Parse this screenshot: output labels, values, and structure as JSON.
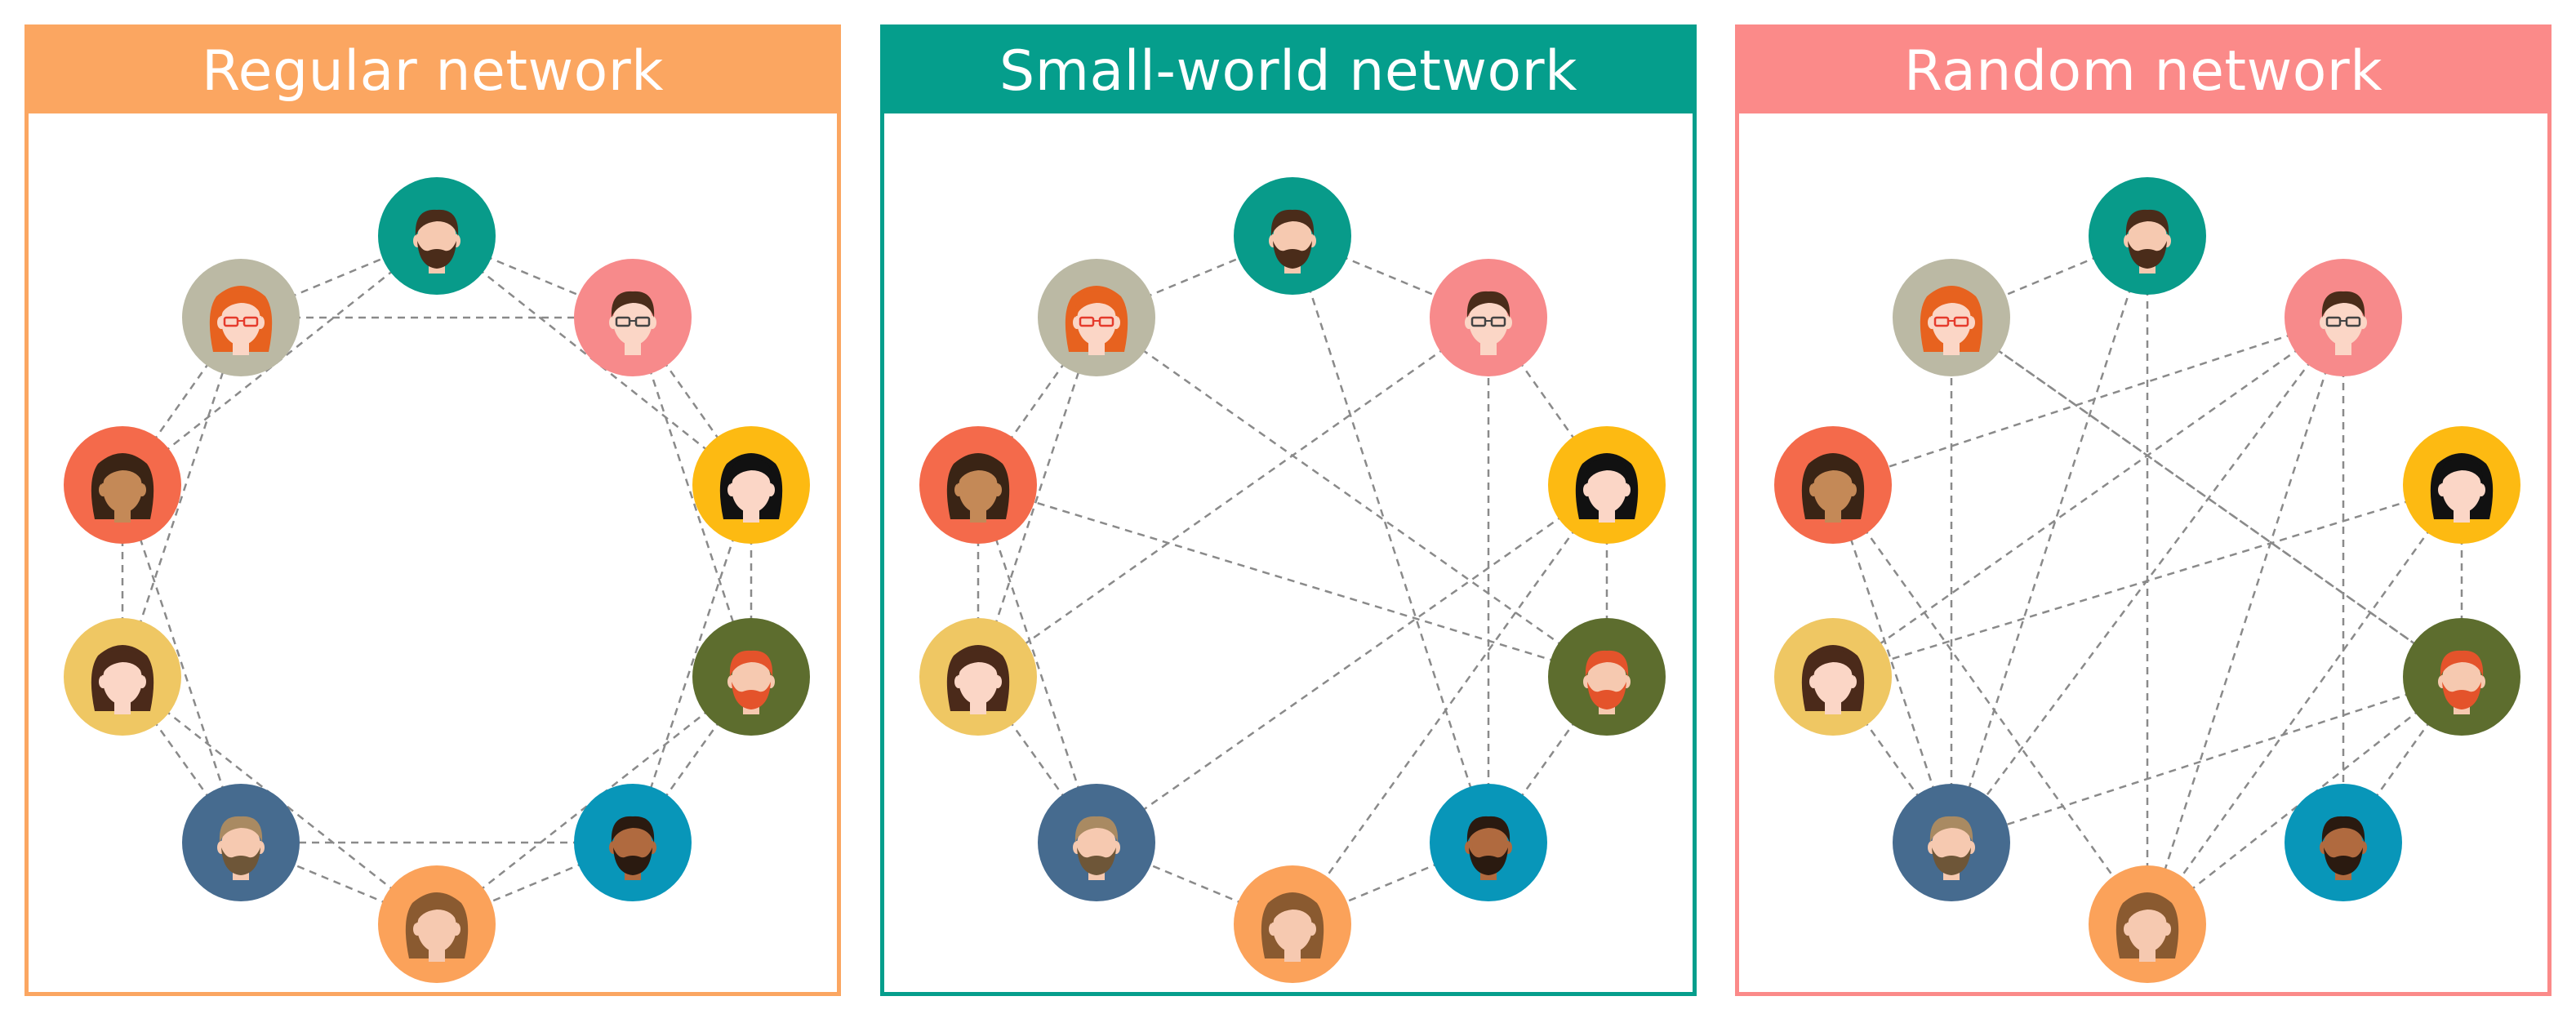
{
  "colors": {
    "regular": "#FBA661",
    "small_world": "#059E8C",
    "random": "#FB8A89"
  },
  "panels": [
    {
      "key": "regular",
      "title": "Regular network",
      "color": "#FBA661"
    },
    {
      "key": "small_world",
      "title": "Small-world network",
      "color": "#059E8C"
    },
    {
      "key": "random",
      "title": "Random network",
      "color": "#FB8A89"
    }
  ],
  "nodes": [
    {
      "id": "bearded-man-top",
      "icon": "bearded-man-avatar-icon",
      "bg": "#089B8A",
      "hair": "#4a2c1a",
      "skin": "#f6c9b0",
      "beard": true,
      "glasses": false,
      "long": false
    },
    {
      "id": "man-glasses",
      "icon": "man-with-glasses-avatar-icon",
      "bg": "#F78A8B",
      "hair": "#4a2c1a",
      "skin": "#fbd6c6",
      "beard": false,
      "glasses": true,
      "long": false
    },
    {
      "id": "woman-black-hair",
      "icon": "woman-black-hair-avatar-icon",
      "bg": "#FDBA12",
      "hair": "#111111",
      "skin": "#fbd6c6",
      "beard": false,
      "glasses": false,
      "long": true
    },
    {
      "id": "redhead-beard",
      "icon": "redhead-bearded-man-avatar-icon",
      "bg": "#5D6D2E",
      "hair": "#e4532b",
      "skin": "#f6c9b0",
      "beard": true,
      "beardColor": "#e4532b",
      "glasses": false,
      "long": false
    },
    {
      "id": "dark-skin-beard",
      "icon": "dark-skinned-man-avatar-icon",
      "bg": "#0896B9",
      "hair": "#2a1a10",
      "skin": "#b06a3f",
      "beard": true,
      "glasses": false,
      "long": false
    },
    {
      "id": "woman-bob",
      "icon": "woman-bob-hair-avatar-icon",
      "bg": "#FBA25A",
      "hair": "#8a5a30",
      "skin": "#f6c9b0",
      "beard": false,
      "glasses": false,
      "long": true
    },
    {
      "id": "blond-beard",
      "icon": "blond-bearded-man-avatar-icon",
      "bg": "#466B8F",
      "hair": "#a98a62",
      "skin": "#f6c9b0",
      "beard": true,
      "beardColor": "#6e5638",
      "glasses": false,
      "long": false
    },
    {
      "id": "woman-brown-hair",
      "icon": "woman-brown-hair-avatar-icon",
      "bg": "#EFC763",
      "hair": "#4b2a1a",
      "skin": "#fbd6c6",
      "beard": false,
      "glasses": false,
      "long": true
    },
    {
      "id": "curly-woman",
      "icon": "curly-haired-woman-avatar-icon",
      "bg": "#F46A4B",
      "hair": "#3a2415",
      "skin": "#c48957",
      "beard": false,
      "glasses": false,
      "long": true
    },
    {
      "id": "redhead-glasses",
      "icon": "redhead-woman-glasses-avatar-icon",
      "bg": "#BBB9A4",
      "hair": "#e7621f",
      "skin": "#fbd6c6",
      "beard": false,
      "glasses": true,
      "glassColor": "#e53b2c",
      "long": true
    }
  ],
  "edges": {
    "regular": [
      [
        0,
        1
      ],
      [
        1,
        2
      ],
      [
        2,
        3
      ],
      [
        3,
        4
      ],
      [
        4,
        5
      ],
      [
        5,
        6
      ],
      [
        6,
        7
      ],
      [
        7,
        8
      ],
      [
        8,
        9
      ],
      [
        9,
        0
      ],
      [
        0,
        2
      ],
      [
        1,
        3
      ],
      [
        2,
        4
      ],
      [
        3,
        5
      ],
      [
        4,
        6
      ],
      [
        5,
        7
      ],
      [
        6,
        8
      ],
      [
        7,
        9
      ],
      [
        8,
        0
      ],
      [
        9,
        1
      ]
    ],
    "small_world": [
      [
        0,
        1
      ],
      [
        1,
        2
      ],
      [
        2,
        3
      ],
      [
        3,
        4
      ],
      [
        4,
        5
      ],
      [
        5,
        6
      ],
      [
        6,
        7
      ],
      [
        7,
        8
      ],
      [
        8,
        9
      ],
      [
        9,
        0
      ],
      [
        0,
        4
      ],
      [
        1,
        7
      ],
      [
        2,
        6
      ],
      [
        3,
        8
      ],
      [
        3,
        9
      ],
      [
        2,
        5
      ],
      [
        4,
        1
      ],
      [
        6,
        8
      ],
      [
        7,
        9
      ]
    ],
    "random": [
      [
        0,
        9
      ],
      [
        0,
        6
      ],
      [
        0,
        5
      ],
      [
        1,
        8
      ],
      [
        1,
        6
      ],
      [
        1,
        5
      ],
      [
        1,
        4
      ],
      [
        1,
        7
      ],
      [
        2,
        5
      ],
      [
        2,
        7
      ],
      [
        2,
        3
      ],
      [
        3,
        6
      ],
      [
        3,
        9
      ],
      [
        3,
        5
      ],
      [
        4,
        3
      ],
      [
        6,
        8
      ],
      [
        6,
        9
      ],
      [
        7,
        6
      ],
      [
        9,
        3
      ],
      [
        8,
        5
      ]
    ]
  }
}
